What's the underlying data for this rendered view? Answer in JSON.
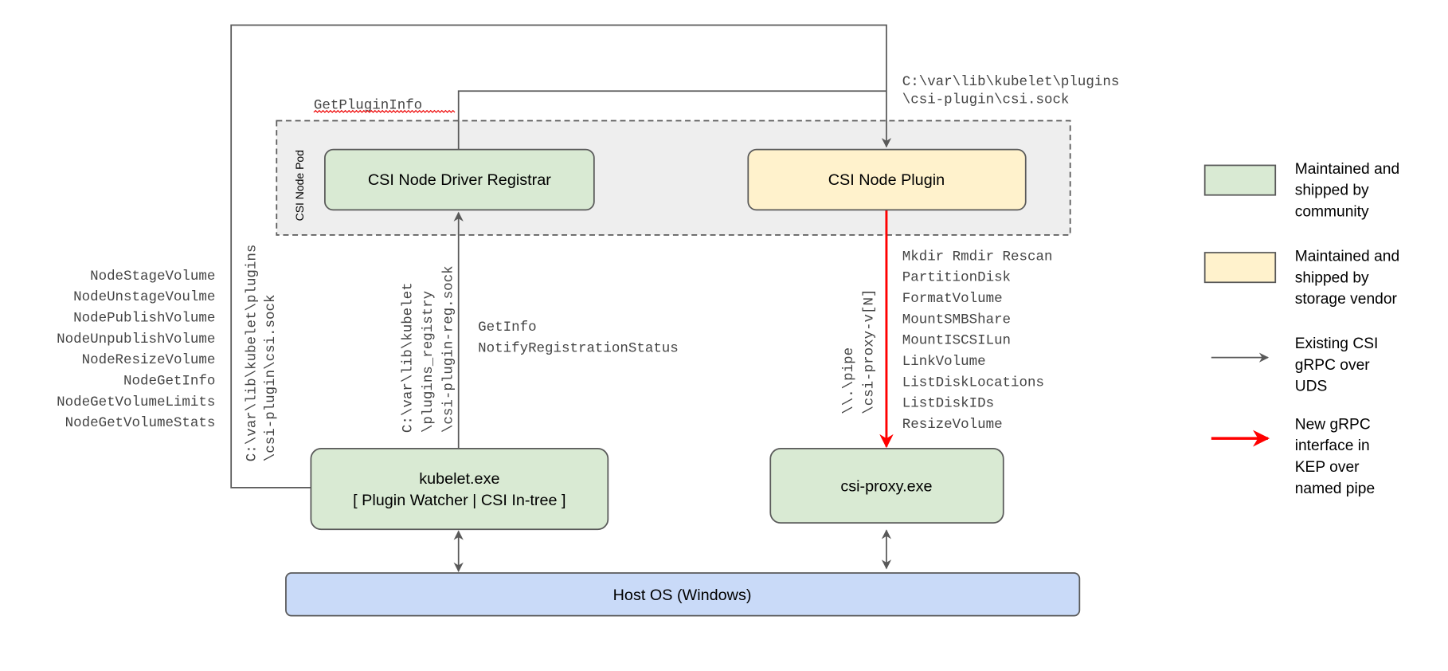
{
  "colors": {
    "community": "#d9ead3",
    "vendor": "#fff2cc",
    "host": "#c9daf8",
    "pod_bg": "#eeeeee",
    "existing_arrow": "#595959",
    "new_arrow": "#ff0000"
  },
  "pod": {
    "label": "CSI Node Pod"
  },
  "boxes": {
    "registrar": "CSI Node Driver Registrar",
    "plugin": "CSI Node Plugin",
    "kubelet_line1": "kubelet.exe",
    "kubelet_line2": "[ Plugin Watcher | CSI In-tree ]",
    "proxy": "csi-proxy.exe",
    "host": "Host OS (Windows)"
  },
  "labels": {
    "get_plugin_info": "GetPluginInfo",
    "plugin_socket": [
      "C:\\var\\lib\\kubelet\\plugins",
      "\\csi-plugin\\csi.sock"
    ],
    "left_socket": [
      "C:\\var\\lib\\kubelet\\plugins",
      "\\csi-plugin\\csi.sock"
    ],
    "registry_socket": [
      "C:\\var\\lib\\kubelet",
      "\\plugins_registry",
      "\\csi-plugin-reg.sock"
    ],
    "registration_calls": [
      "GetInfo",
      "NotifyRegistrationStatus"
    ],
    "pipe": [
      "\\\\.\\pipe",
      "\\csi-proxy-v[N]"
    ],
    "node_calls": [
      "NodeStageVolume",
      "NodeUnstageVoulme",
      "NodePublishVolume",
      "NodeUnpublishVolume",
      "NodeResizeVolume",
      "NodeGetInfo",
      "NodeGetVolumeLimits",
      "NodeGetVolumeStats"
    ],
    "proxy_calls": [
      "Mkdir Rmdir Rescan",
      "PartitionDisk",
      "FormatVolume",
      "MountSMBShare",
      "MountISCSILun",
      "LinkVolume",
      "ListDiskLocations",
      "ListDiskIDs",
      "ResizeVolume"
    ]
  },
  "legend": [
    {
      "kind": "swatch",
      "color": "#d9ead3",
      "lines": [
        "Maintained and",
        "shipped by",
        "community"
      ]
    },
    {
      "kind": "swatch",
      "color": "#fff2cc",
      "lines": [
        "Maintained and",
        "shipped by",
        "storage vendor"
      ]
    },
    {
      "kind": "arrow",
      "color": "#595959",
      "lines": [
        "Existing CSI",
        "gRPC over",
        "UDS"
      ]
    },
    {
      "kind": "arrow",
      "color": "#ff0000",
      "lines": [
        "New gRPC",
        "interface in",
        "KEP over",
        "named pipe"
      ]
    }
  ]
}
